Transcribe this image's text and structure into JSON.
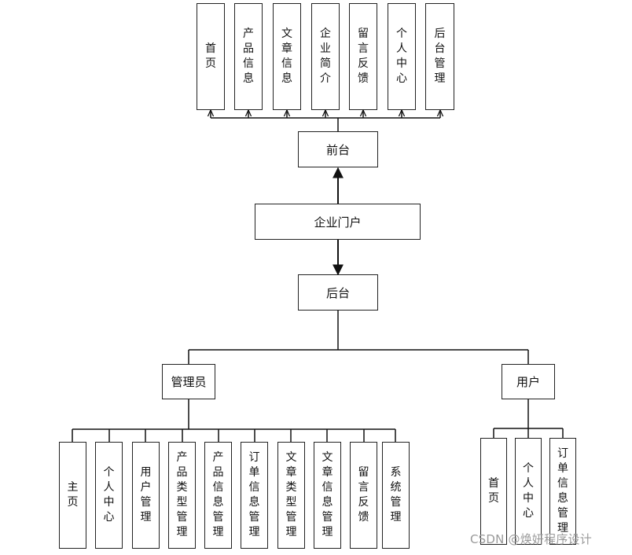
{
  "front_modules": [
    "首页",
    "产品信息",
    "文章信息",
    "企业简介",
    "留言反馈",
    "个人中心",
    "后台管理"
  ],
  "front_label": "前台",
  "root_label": "企业门户",
  "back_label": "后台",
  "admin_label": "管理员",
  "user_label": "用户",
  "admin_modules": [
    "主页",
    "个人中心",
    "用户管理",
    "产品类型管理",
    "产品信息管理",
    "订单信息管理",
    "文章类型管理",
    "文章信息管理",
    "留言反馈",
    "系统管理"
  ],
  "user_modules": [
    "首页",
    "个人中心",
    "订单信息管理"
  ],
  "watermark": "CSDN @焕妍程序设计"
}
